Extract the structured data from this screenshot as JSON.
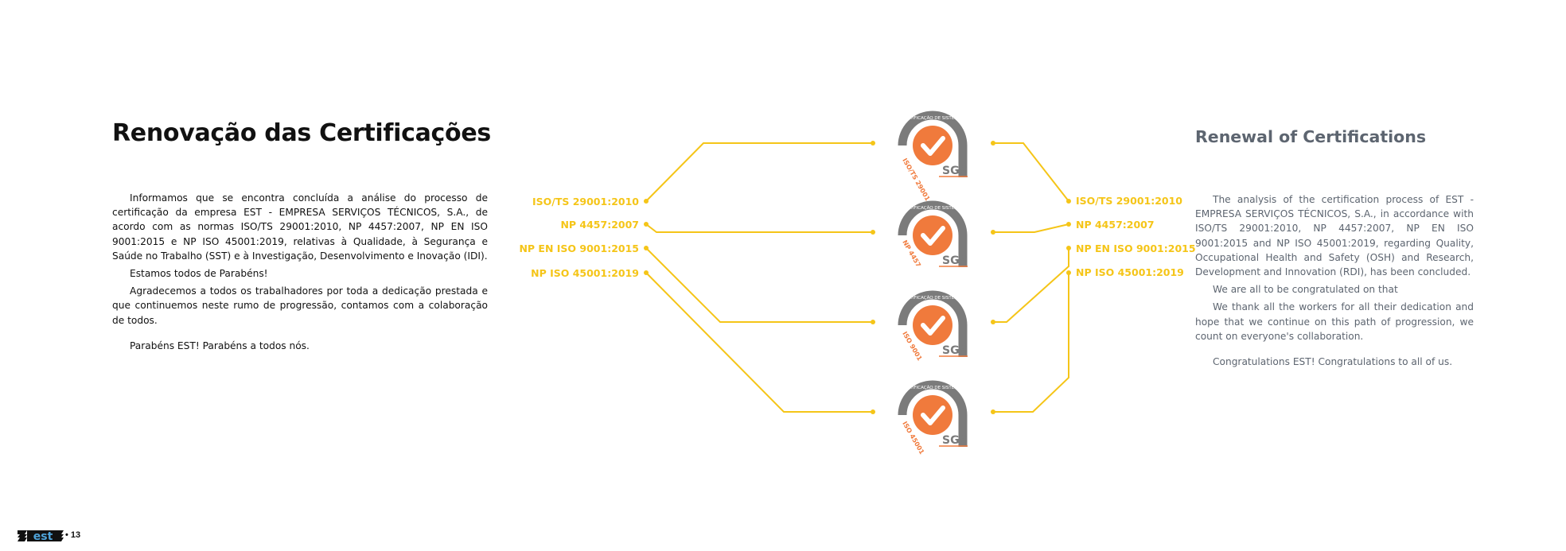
{
  "portuguese": {
    "title": "Renovação das Certificações",
    "paragraphs": [
      "Informamos que se encontra concluída a análise do processo de certificação da empresa EST - EMPRESA SERVIÇOS TÉCNICOS, S.A., de acordo com as normas ISO/TS 29001:2010, NP 4457:2007, NP EN ISO 9001:2015 e NP ISO 45001:2019, relativas à Qualidade, à Segurança e Saúde no Trabalho (SST) e à Investigação, Desenvolvimento e Inovação (IDI).",
      "Estamos todos de Parabéns!",
      "Agradecemos a todos os trabalhadores por toda a dedicação prestada e que continuemos neste rumo de progressão, contamos com a colaboração de todos.",
      "Parabéns EST! Parabéns a todos nós."
    ]
  },
  "english": {
    "title": "Renewal of Certifications",
    "paragraphs": [
      "The analysis of the certification process of EST - EMPRESA SERVIÇOS TÉCNICOS, S.A., in accordance with ISO/TS 29001:2010, NP 4457:2007, NP EN ISO 9001:2015 and NP ISO 45001:2019, regarding Quality, Occupational Health and Safety (OSH) and Research, Development and Innovation (RDI), has been concluded.",
      "We are all to be congratulated on that",
      "We thank all the workers for all their dedication and hope that we continue on this path of progression, we count on everyone's collaboration.",
      "Congratulations EST! Congratulations to all of us."
    ]
  },
  "standards_left": [
    "ISO/TS 29001:2010",
    "NP 4457:2007",
    "NP EN ISO 9001:2015",
    "NP ISO 45001:2019"
  ],
  "standards_right": [
    "ISO/TS 29001:2010",
    "NP 4457:2007",
    "NP EN ISO 9001:2015",
    "NP ISO 45001:2019"
  ],
  "badges": [
    {
      "arc_text": "CERTIFICAÇÃO DE SISTEMAS",
      "norm": "ISO/TS 29001",
      "brand": "SGS"
    },
    {
      "arc_text": "CERTIFICAÇÃO DE SISTEMAS",
      "norm": "NP 4457",
      "brand": "SGS"
    },
    {
      "arc_text": "CERTIFICAÇÃO DE SISTEMAS",
      "norm": "ISO 9001",
      "brand": "SGS"
    },
    {
      "arc_text": "CERTIFICAÇÃO DE SISTEMAS",
      "norm": "ISO 45001",
      "brand": "SGS"
    }
  ],
  "footer": {
    "logo_text": "est",
    "page_number": "13",
    "separator": "•"
  },
  "colors": {
    "accent_yellow": "#f5c518",
    "sgs_orange": "#f07a3c",
    "sgs_gray": "#7b7b7b",
    "en_text": "#5d6570"
  }
}
